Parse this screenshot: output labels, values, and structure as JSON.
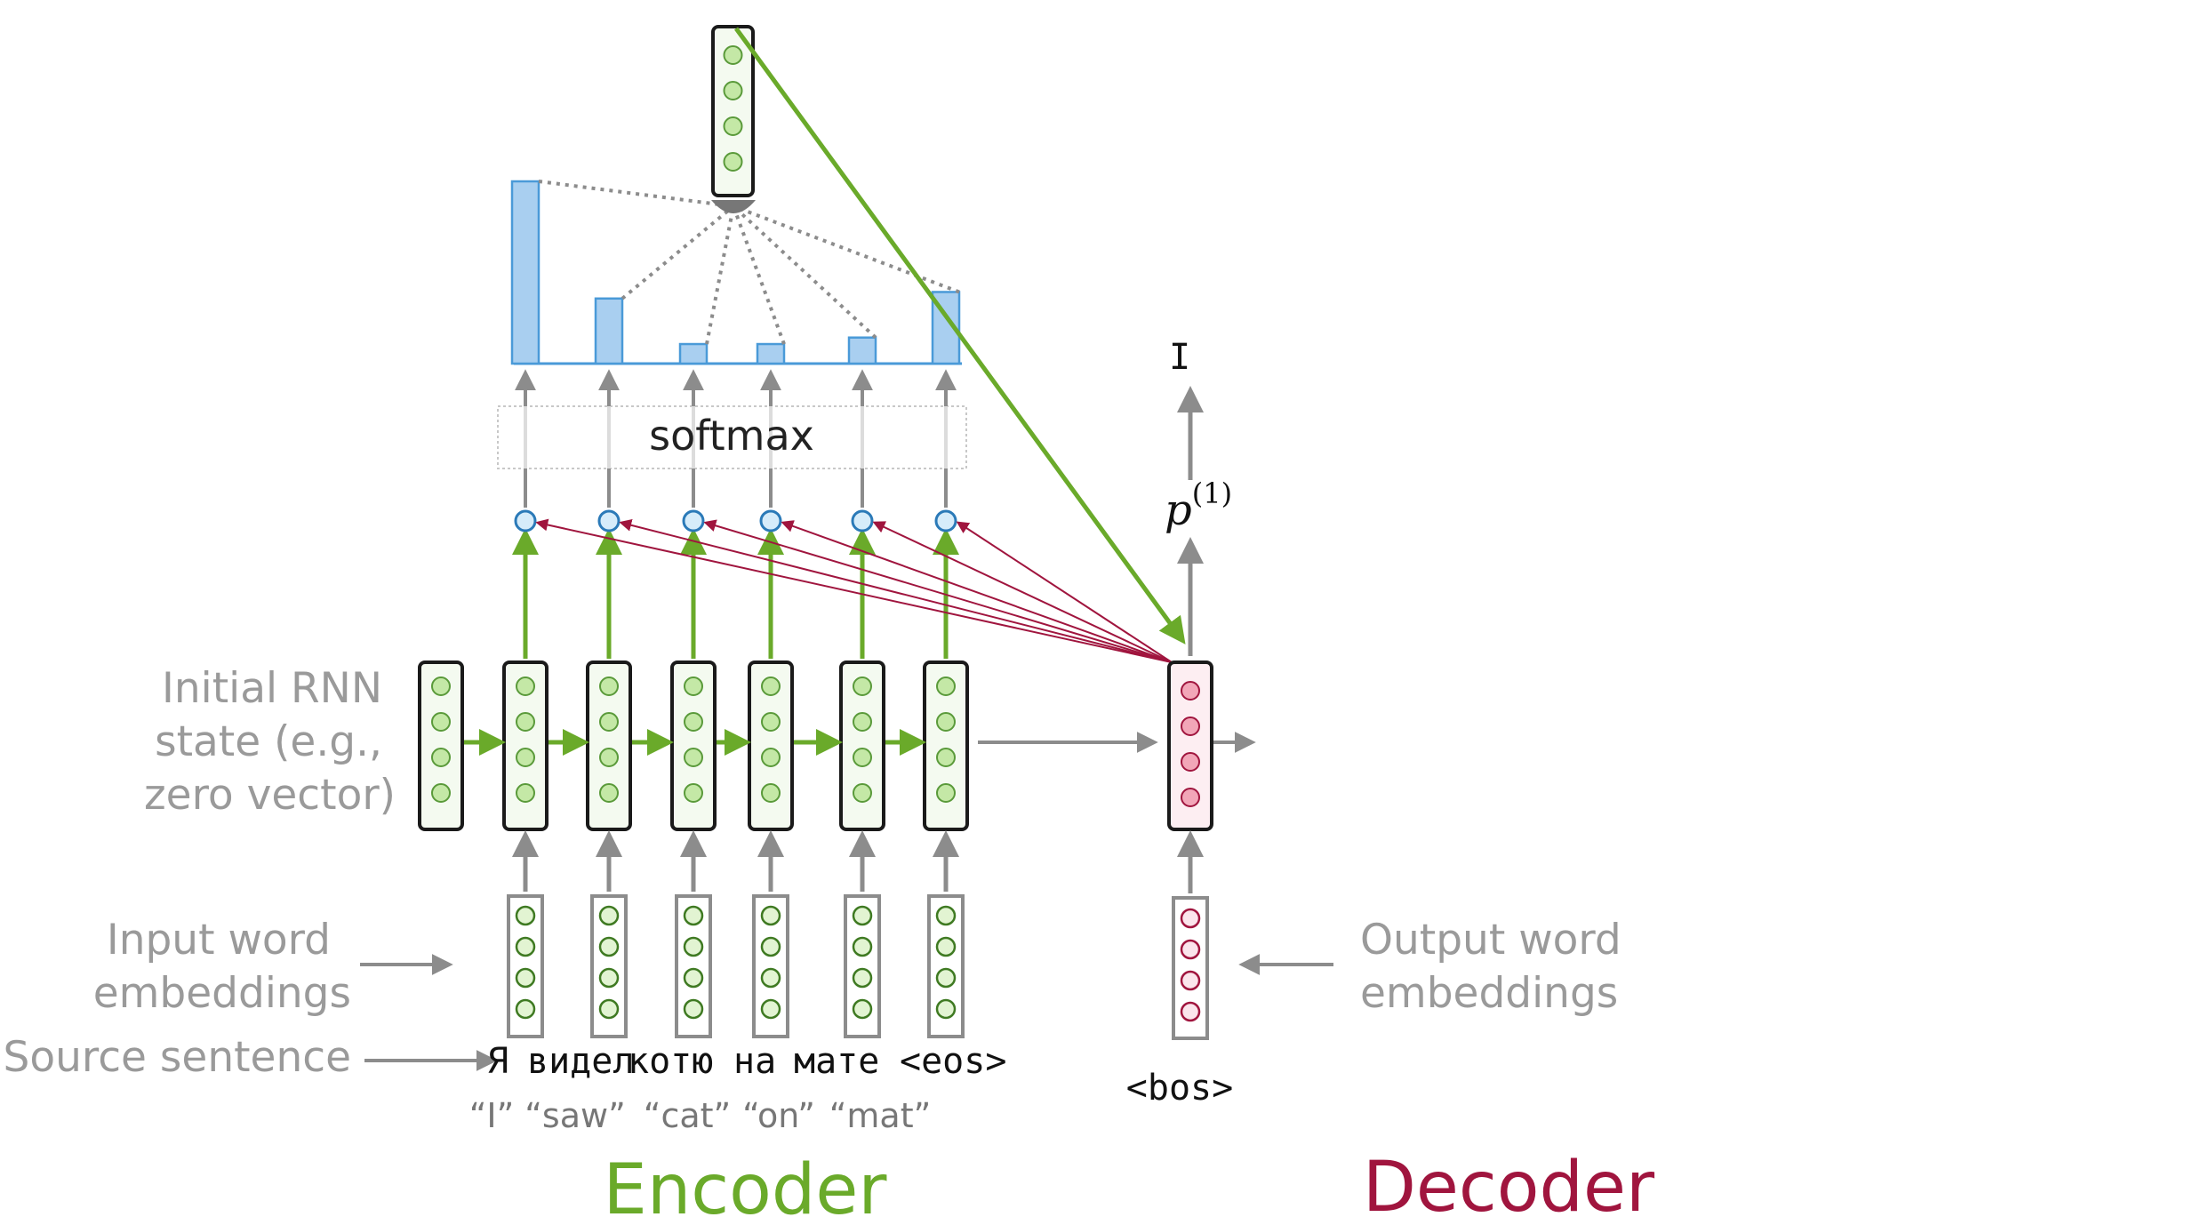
{
  "labels": {
    "initial_state": [
      "Initial RNN",
      "state (e.g.,",
      "zero vector)"
    ],
    "input_embeddings": [
      "Input word",
      "embeddings"
    ],
    "output_embeddings": [
      "Output word",
      "embeddings"
    ],
    "source_sentence": "Source sentence",
    "softmax": "softmax",
    "probability": "p",
    "probability_superscript": "(1)",
    "output_token": "I",
    "encoder": "Encoder",
    "decoder": "Decoder"
  },
  "source_tokens": [
    "Я",
    "видел",
    "котю",
    "на",
    "мате",
    "<eos>"
  ],
  "glosses": [
    "“I”",
    "“saw”",
    "“cat”",
    "“on”",
    "“mat”"
  ],
  "decoder_input_token": "<bos>",
  "attention_weights": [
    0.56,
    0.2,
    0.06,
    0.06,
    0.08,
    0.22
  ],
  "colors": {
    "encoder": "#6aaa2a",
    "decoder": "#a0153e",
    "attention": "#5ba3e0",
    "neutral": "#9a9a9a"
  }
}
